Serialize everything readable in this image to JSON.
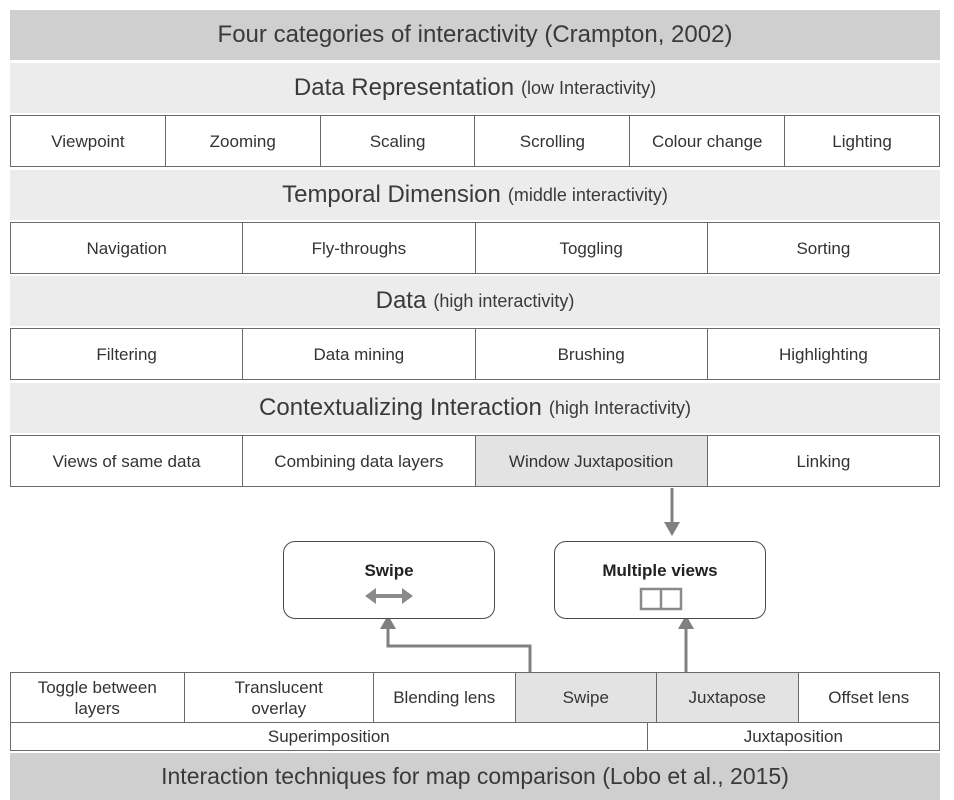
{
  "title": "Four categories of interactivity (Crampton, 2002)",
  "sections": [
    {
      "heading": "Data Representation",
      "note": "(low Interactivity)",
      "items": [
        "Viewpoint",
        "Zooming",
        "Scaling",
        "Scrolling",
        "Colour change",
        "Lighting"
      ]
    },
    {
      "heading": "Temporal Dimension",
      "note": "(middle interactivity)",
      "items": [
        "Navigation",
        "Fly-throughs",
        "Toggling",
        "Sorting"
      ]
    },
    {
      "heading": "Data",
      "note": "(high interactivity)",
      "items": [
        "Filtering",
        "Data mining",
        "Brushing",
        "Highlighting"
      ]
    },
    {
      "heading": "Contextualizing Interaction",
      "note": "(high Interactivity)",
      "items": [
        "Views of same data",
        "Combining data layers",
        "Window Juxtaposition",
        "Linking"
      ]
    }
  ],
  "boxes": {
    "swipe": {
      "label": "Swipe",
      "icon": "double-arrow-icon"
    },
    "multiple_views": {
      "label": "Multiple views",
      "icon": "split-window-icon"
    }
  },
  "techniques": [
    "Toggle between layers",
    "Translucent overlay",
    "Blending lens",
    "Swipe",
    "Juxtapose",
    "Offset lens"
  ],
  "groups": [
    "Superimposition",
    "Juxtaposition"
  ],
  "footer": "Interaction techniques for map comparison (Lobo et al., 2015)",
  "colors": {
    "title_band": "#cfcfcf",
    "section_band": "#ececec",
    "highlight_cell": "#e3e3e3",
    "arrow": "#808080"
  }
}
